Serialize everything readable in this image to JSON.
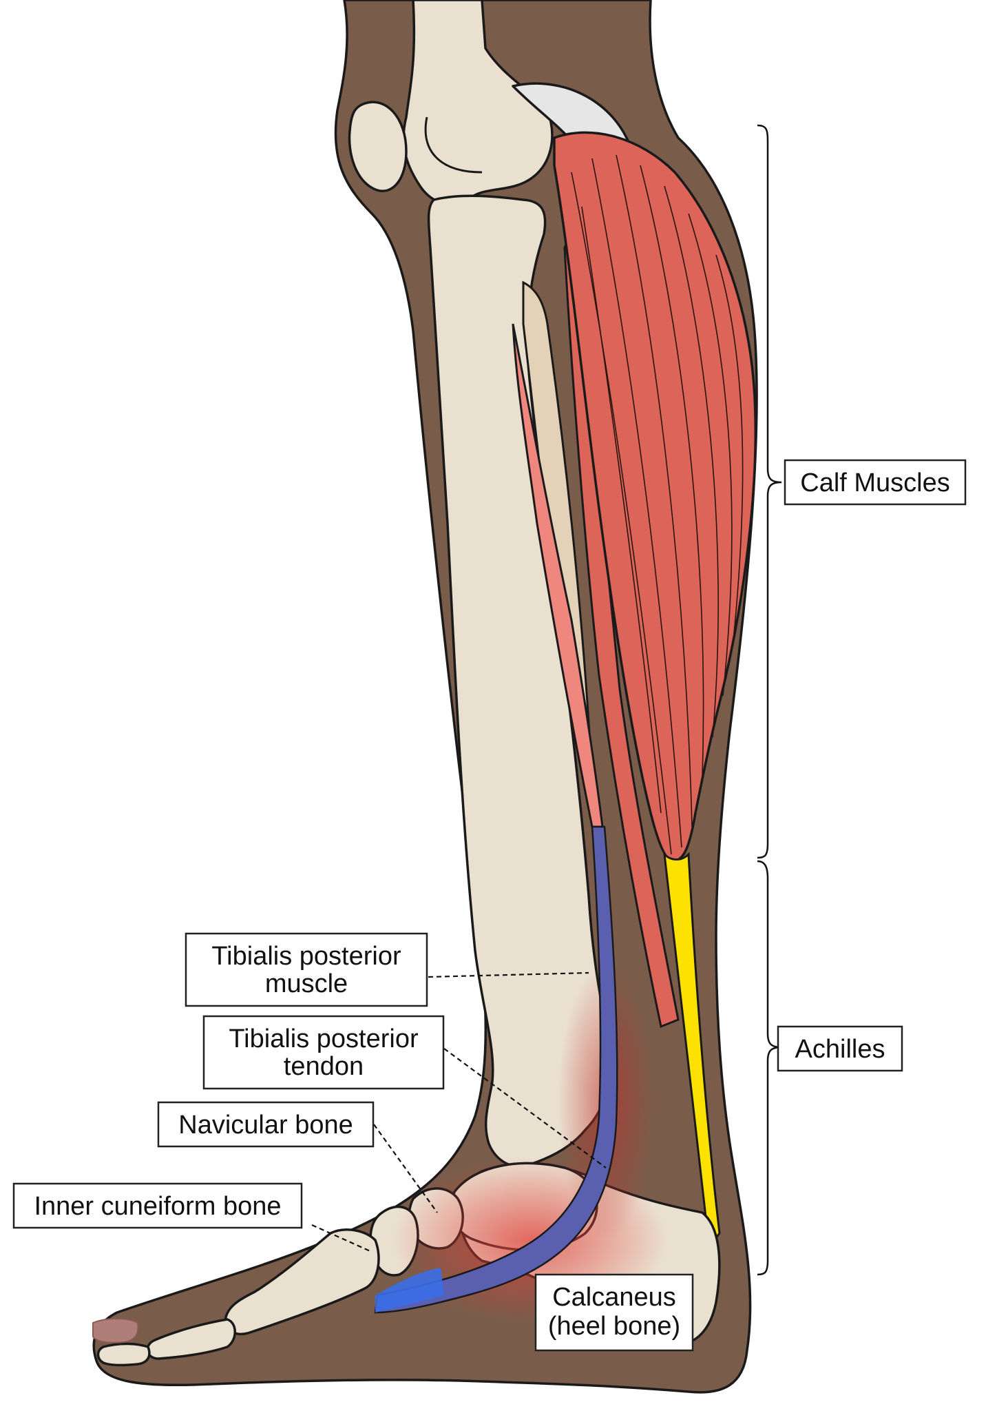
{
  "labels": {
    "calf_muscles": "Calf Muscles",
    "achilles": "Achilles",
    "tibialis_posterior_muscle": [
      "Tibialis posterior",
      "muscle"
    ],
    "tibialis_posterior_tendon": [
      "Tibialis posterior",
      "tendon"
    ],
    "navicular_bone": "Navicular bone",
    "inner_cuneiform_bone": "Inner cuneiform bone",
    "calcaneus": [
      "Calcaneus",
      "(heel bone)"
    ]
  },
  "colors": {
    "skin": "#7a5c4a",
    "bone": "#eae0d0",
    "bone_shade": "#e3d2b8",
    "muscle": "#dc6459",
    "muscle_light": "#ef877e",
    "tendon_achilles": "#fde100",
    "tendon_tibialis": "#5a5fb0",
    "cartilage": "#e6e6e6",
    "toenail": "#b07e78",
    "inflammation": "#e0413a"
  }
}
